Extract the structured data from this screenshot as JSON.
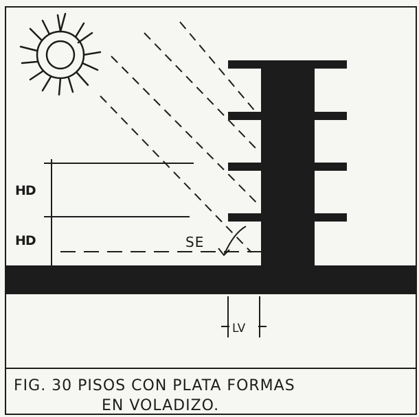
{
  "labels": {
    "hd_upper": "HD",
    "hd_lower": "HD",
    "se": "SE",
    "lv": "LV"
  },
  "caption": {
    "line1": "FIG. 30 PISOS CON PLATA FORMAS",
    "line2": "EN VOLADIZO."
  },
  "icons": {
    "sun": "sun-icon"
  },
  "colors": {
    "ink": "#1c1c1c",
    "paper": "#f6f6f2"
  }
}
